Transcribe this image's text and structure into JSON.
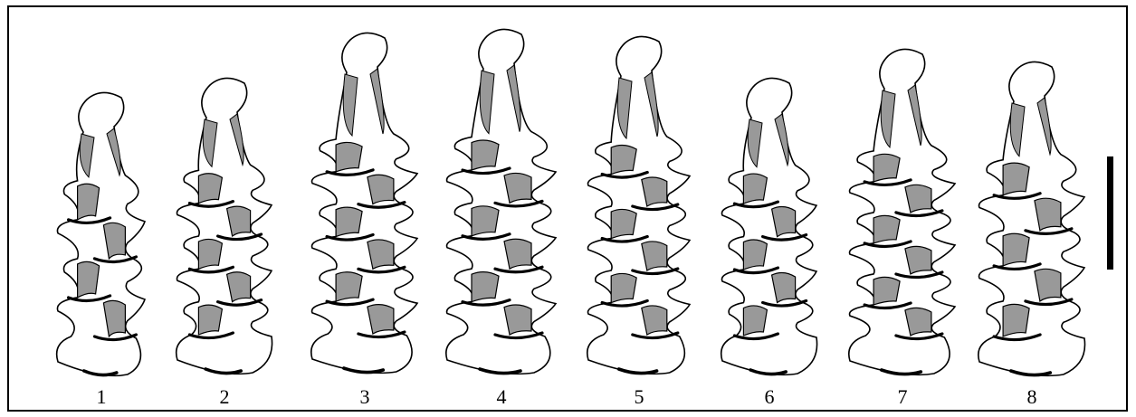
{
  "figure": {
    "specimen_labels": [
      "1",
      "2",
      "3",
      "4",
      "5",
      "6",
      "7",
      "8"
    ],
    "colors": {
      "dentine": "#999999",
      "enamel": "#000000",
      "background": "#ffffff"
    }
  }
}
